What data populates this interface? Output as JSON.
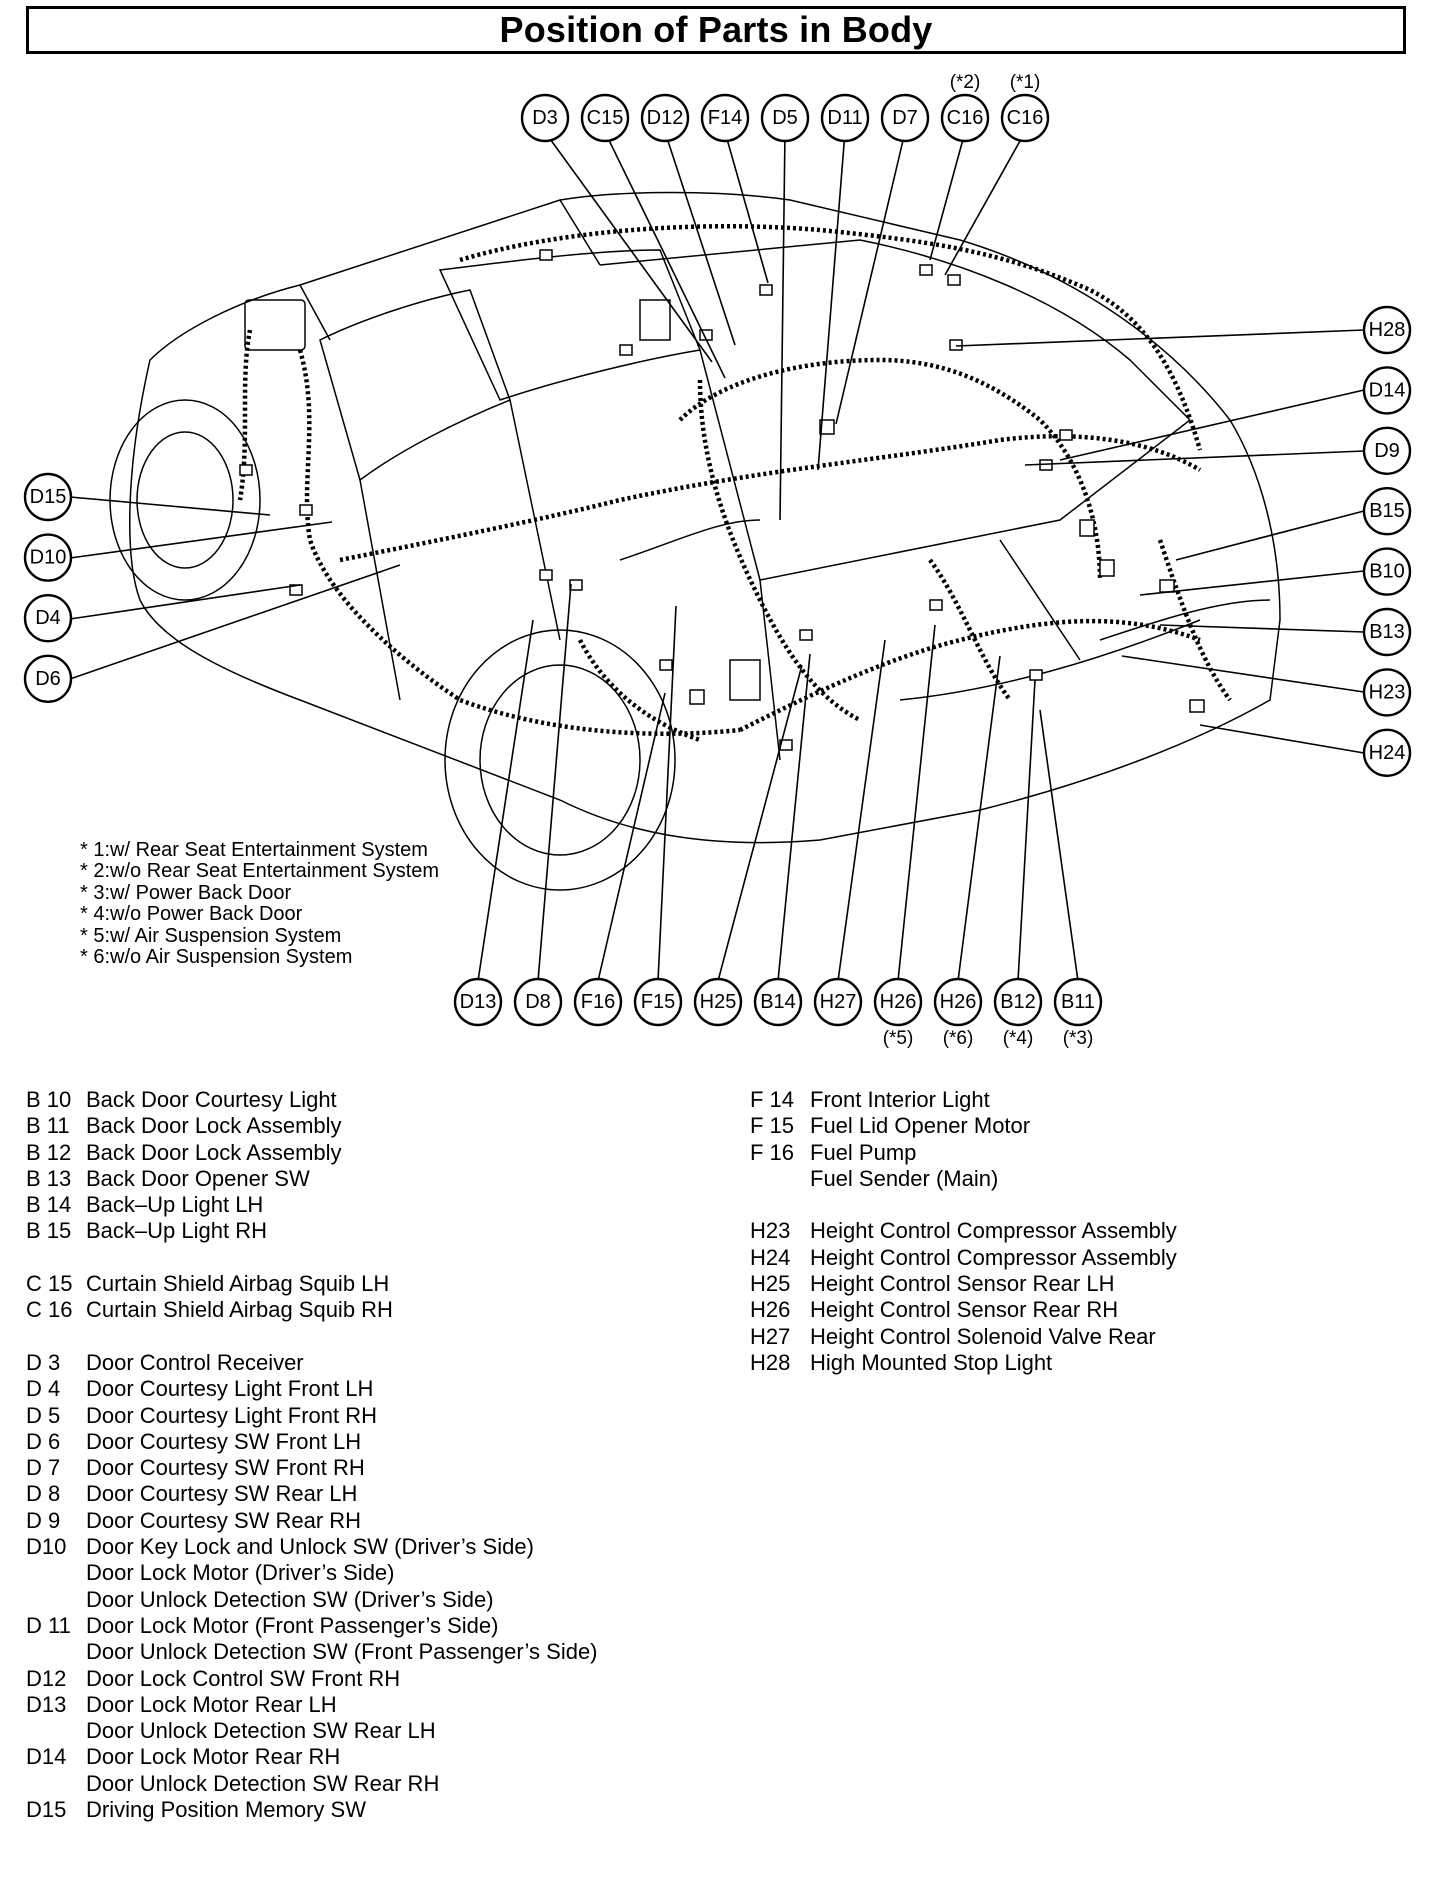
{
  "title": "Position of Parts in Body",
  "callouts_top": [
    {
      "code": "D3"
    },
    {
      "code": "C15"
    },
    {
      "code": "D12"
    },
    {
      "code": "F14"
    },
    {
      "code": "D5"
    },
    {
      "code": "D11"
    },
    {
      "code": "D7"
    },
    {
      "code": "C16",
      "note": "(*2)"
    },
    {
      "code": "C16",
      "note": "(*1)"
    }
  ],
  "callouts_left": [
    {
      "code": "D15"
    },
    {
      "code": "D10"
    },
    {
      "code": "D4"
    },
    {
      "code": "D6"
    }
  ],
  "callouts_right": [
    {
      "code": "H28"
    },
    {
      "code": "D14"
    },
    {
      "code": "D9"
    },
    {
      "code": "B15"
    },
    {
      "code": "B10"
    },
    {
      "code": "B13"
    },
    {
      "code": "H23"
    },
    {
      "code": "H24"
    }
  ],
  "callouts_bottom": [
    {
      "code": "D13"
    },
    {
      "code": "D8"
    },
    {
      "code": "F16"
    },
    {
      "code": "F15"
    },
    {
      "code": "H25"
    },
    {
      "code": "B14"
    },
    {
      "code": "H27"
    },
    {
      "code": "H26",
      "note": "(*5)"
    },
    {
      "code": "H26",
      "note": "(*6)"
    },
    {
      "code": "B12",
      "note": "(*4)"
    },
    {
      "code": "B11",
      "note": "(*3)"
    }
  ],
  "footnotes": [
    "* 1:w/ Rear Seat Entertainment System",
    "* 2:w/o Rear Seat Entertainment System",
    "* 3:w/ Power Back Door",
    "* 4:w/o Power Back Door",
    "* 5:w/ Air Suspension System",
    "* 6:w/o Air Suspension System"
  ],
  "parts_left": [
    {
      "code": "B 10",
      "name": "Back Door Courtesy Light"
    },
    {
      "code": "B 11",
      "name": "Back Door Lock Assembly"
    },
    {
      "code": "B 12",
      "name": "Back Door Lock Assembly"
    },
    {
      "code": "B 13",
      "name": "Back Door Opener SW"
    },
    {
      "code": "B 14",
      "name": "Back–Up Light LH"
    },
    {
      "code": "B 15",
      "name": "Back–Up Light RH"
    },
    {
      "gap": true
    },
    {
      "code": "C 15",
      "name": "Curtain Shield Airbag Squib LH"
    },
    {
      "code": "C 16",
      "name": "Curtain Shield Airbag Squib RH"
    },
    {
      "gap": true
    },
    {
      "code": "D 3",
      "name": "Door Control Receiver"
    },
    {
      "code": "D 4",
      "name": "Door Courtesy Light Front LH"
    },
    {
      "code": "D 5",
      "name": "Door Courtesy Light Front RH"
    },
    {
      "code": "D 6",
      "name": "Door Courtesy SW Front LH"
    },
    {
      "code": "D 7",
      "name": "Door Courtesy SW Front RH"
    },
    {
      "code": "D 8",
      "name": "Door Courtesy SW Rear LH"
    },
    {
      "code": "D 9",
      "name": "Door Courtesy SW Rear RH"
    },
    {
      "code": "D10",
      "name": "Door Key Lock and Unlock SW (Driver’s Side)"
    },
    {
      "code": "",
      "name": "Door Lock Motor (Driver’s Side)"
    },
    {
      "code": "",
      "name": "Door Unlock Detection SW (Driver’s Side)"
    },
    {
      "code": "D 11",
      "name": "Door Lock Motor (Front Passenger’s Side)"
    },
    {
      "code": "",
      "name": "Door Unlock Detection SW (Front Passenger’s Side)"
    },
    {
      "code": "D12",
      "name": "Door Lock Control SW Front RH"
    },
    {
      "code": "D13",
      "name": "Door Lock Motor Rear LH"
    },
    {
      "code": "",
      "name": "Door Unlock Detection SW Rear LH"
    },
    {
      "code": "D14",
      "name": "Door Lock Motor Rear RH"
    },
    {
      "code": "",
      "name": "Door Unlock Detection SW Rear RH"
    },
    {
      "code": "D15",
      "name": "Driving Position Memory SW"
    }
  ],
  "parts_right": [
    {
      "code": "F 14",
      "name": "Front Interior Light"
    },
    {
      "code": "F 15",
      "name": "Fuel Lid Opener Motor"
    },
    {
      "code": "F 16",
      "name": "Fuel Pump"
    },
    {
      "code": "",
      "name": "Fuel Sender (Main)"
    },
    {
      "gap": true
    },
    {
      "code": "H23",
      "name": "Height Control Compressor Assembly"
    },
    {
      "code": "H24",
      "name": "Height Control Compressor Assembly"
    },
    {
      "code": "H25",
      "name": "Height Control Sensor Rear LH"
    },
    {
      "code": "H26",
      "name": "Height Control Sensor Rear RH"
    },
    {
      "code": "H27",
      "name": "Height Control Solenoid Valve Rear"
    },
    {
      "code": "H28",
      "name": "High Mounted Stop Light"
    }
  ]
}
